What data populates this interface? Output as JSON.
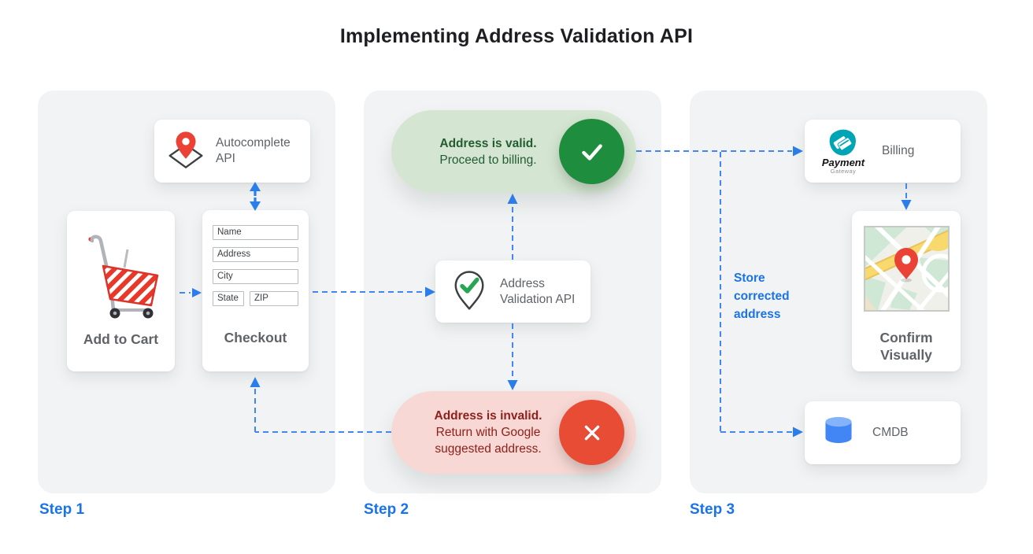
{
  "title": "Implementing Address Validation API",
  "colors": {
    "accent_blue": "#1a73e8",
    "connector_blue": "#4285f4",
    "success_green": "#1e8e3e",
    "success_pill_bg": "#d4e6d1",
    "error_red": "#e94c35",
    "error_pill_bg": "#f8d8d4",
    "panel_bg": "#f1f3f4",
    "muted_text": "#5f6368"
  },
  "step1": {
    "label": "Step 1",
    "autocomplete": {
      "icon": "map-pin-diamond-icon",
      "label": "Autocomplete API"
    },
    "add_to_cart": {
      "icon": "shopping-cart-icon",
      "label": "Add to Cart"
    },
    "checkout": {
      "label": "Checkout",
      "fields": [
        "Name",
        "Address",
        "City",
        "State",
        "ZIP"
      ]
    }
  },
  "step2": {
    "label": "Step 2",
    "valid": {
      "icon": "check-circle-icon",
      "title": "Address is valid.",
      "subtitle": "Proceed to billing."
    },
    "validation_api": {
      "icon": "map-pin-check-icon",
      "label": "Address Validation API"
    },
    "invalid": {
      "icon": "x-circle-icon",
      "title": "Address is invalid.",
      "subtitle": "Return with Google suggested address."
    }
  },
  "step3": {
    "label": "Step 3",
    "billing": {
      "icon": "payment-gateway-logo-icon",
      "logo_text": "Payment",
      "logo_subtext": "Gateway",
      "label": "Billing"
    },
    "confirm": {
      "icon": "map-thumbnail-image",
      "label": "Confirm Visually"
    },
    "cmdb": {
      "icon": "database-icon",
      "label": "CMDB"
    },
    "store_note": "Store corrected address"
  }
}
